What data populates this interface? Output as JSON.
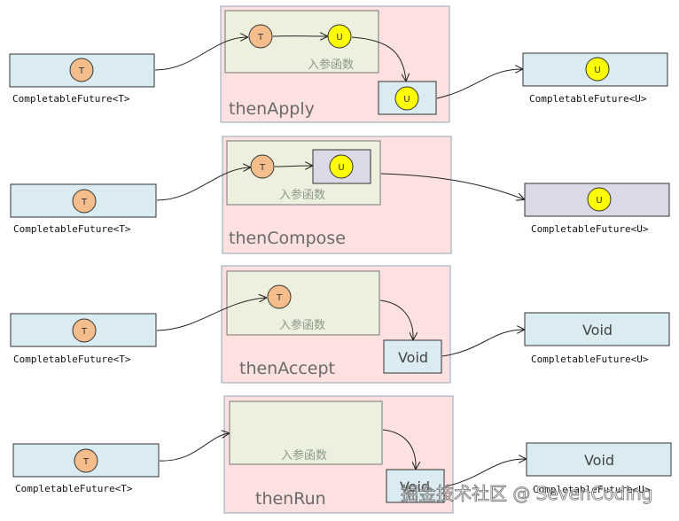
{
  "colors": {
    "future_box": "#daebf1",
    "compose_box": "#dcd9e6",
    "operation_panel": "#fde0e0",
    "function_panel": "#eef0de",
    "t_circle": "#f5bd8c",
    "u_circle": "#ffff00",
    "stroke": "#333333"
  },
  "rows": [
    {
      "operation": "thenApply",
      "input_label": "CompletableFuture<T>",
      "input_token": "T",
      "function_label": "入参函数",
      "function_tokens": [
        "T",
        "U"
      ],
      "result_token": "U",
      "output_label": "CompletableFuture<U>",
      "output_token": "U"
    },
    {
      "operation": "thenCompose",
      "input_label": "CompletableFuture<T>",
      "input_token": "T",
      "function_label": "入参函数",
      "function_tokens": [
        "T",
        "U"
      ],
      "output_label": "CompletableFuture<U>",
      "output_token": "U"
    },
    {
      "operation": "thenAccept",
      "input_label": "CompletableFuture<T>",
      "input_token": "T",
      "function_label": "入参函数",
      "function_tokens": [
        "T"
      ],
      "result_token": "Void",
      "output_label": "CompletableFuture<U>",
      "output_token": "Void"
    },
    {
      "operation": "thenRun",
      "input_label": "CompletableFuture<T>",
      "input_token": "T",
      "function_label": "入参函数",
      "function_tokens": [],
      "result_token": "Void",
      "output_label": "CompletableFuture<U>",
      "output_token": "Void"
    }
  ],
  "watermark": "掘金技术社区 @ SevenCoding"
}
